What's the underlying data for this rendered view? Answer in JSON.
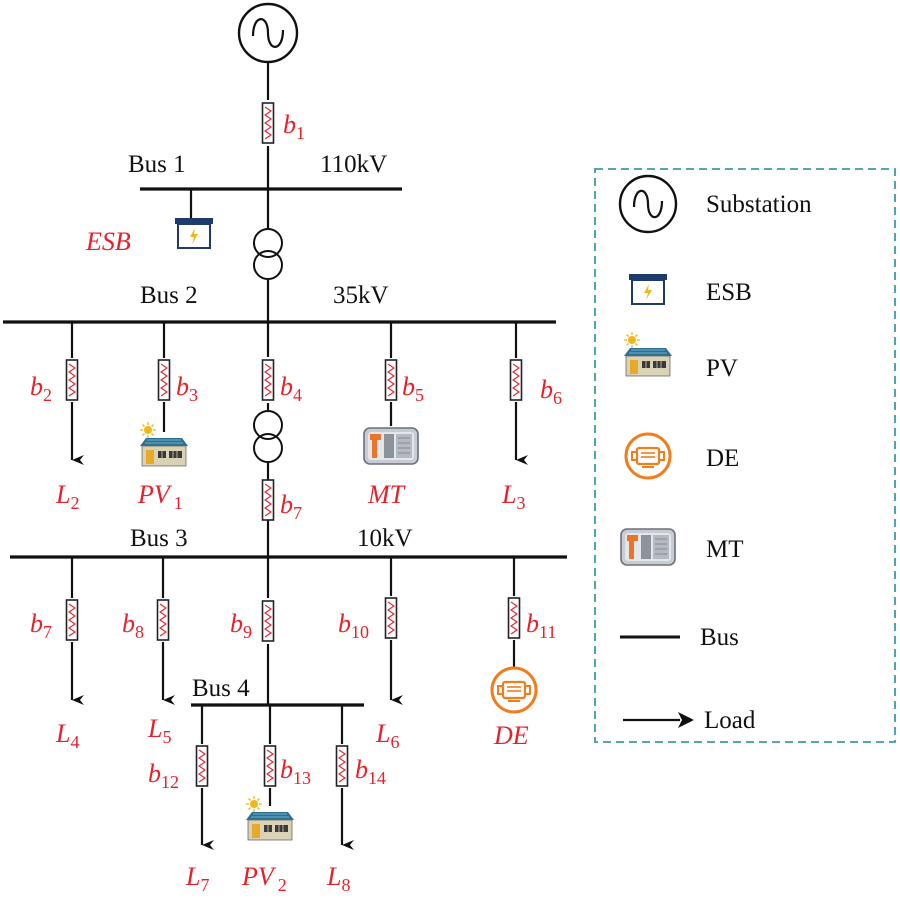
{
  "buses": {
    "bus1": {
      "name": "Bus 1",
      "voltage": "110kV"
    },
    "bus2": {
      "name": "Bus 2",
      "voltage": "35kV"
    },
    "bus3": {
      "name": "Bus 3",
      "voltage": "10kV"
    },
    "bus4": {
      "name": "Bus 4"
    }
  },
  "branches": [
    {
      "letter": "b",
      "sub": "1"
    },
    {
      "letter": "b",
      "sub": "2"
    },
    {
      "letter": "b",
      "sub": "3"
    },
    {
      "letter": "b",
      "sub": "4"
    },
    {
      "letter": "b",
      "sub": "5"
    },
    {
      "letter": "b",
      "sub": "6"
    },
    {
      "letter": "b",
      "sub": "7"
    },
    {
      "letter": "b",
      "sub": "7"
    },
    {
      "letter": "b",
      "sub": "8"
    },
    {
      "letter": "b",
      "sub": "9"
    },
    {
      "letter": "b",
      "sub": "10"
    },
    {
      "letter": "b",
      "sub": "11"
    },
    {
      "letter": "b",
      "sub": "12"
    },
    {
      "letter": "b",
      "sub": "13"
    },
    {
      "letter": "b",
      "sub": "14"
    }
  ],
  "devices": [
    {
      "text": "ESB"
    },
    {
      "letter": "L",
      "sub": "2"
    },
    {
      "letter": "PV",
      "sub": "1"
    },
    {
      "text": "MT"
    },
    {
      "letter": "L",
      "sub": "3"
    },
    {
      "letter": "L",
      "sub": "4"
    },
    {
      "letter": "L",
      "sub": "5"
    },
    {
      "letter": "L",
      "sub": "6"
    },
    {
      "text": "DE"
    },
    {
      "letter": "L",
      "sub": "7"
    },
    {
      "letter": "PV",
      "sub": "2"
    },
    {
      "letter": "L",
      "sub": "8"
    }
  ],
  "legend": {
    "items": [
      {
        "icon": "substation-icon",
        "label": "Substation"
      },
      {
        "icon": "esb-icon",
        "label": "ESB"
      },
      {
        "icon": "pv-icon",
        "label": "PV"
      },
      {
        "icon": "de-icon",
        "label": "DE"
      },
      {
        "icon": "mt-icon",
        "label": "MT"
      },
      {
        "icon": "bus-line-icon",
        "label": "Bus"
      },
      {
        "icon": "load-arrow-icon",
        "label": "Load"
      }
    ]
  },
  "colors": {
    "label_red": "#e8202a",
    "de_orange": "#f07d1e",
    "esb_navy": "#1f3b6e",
    "legend_border": "#3c9aa6",
    "pv_roof": "#2e6f8f"
  }
}
